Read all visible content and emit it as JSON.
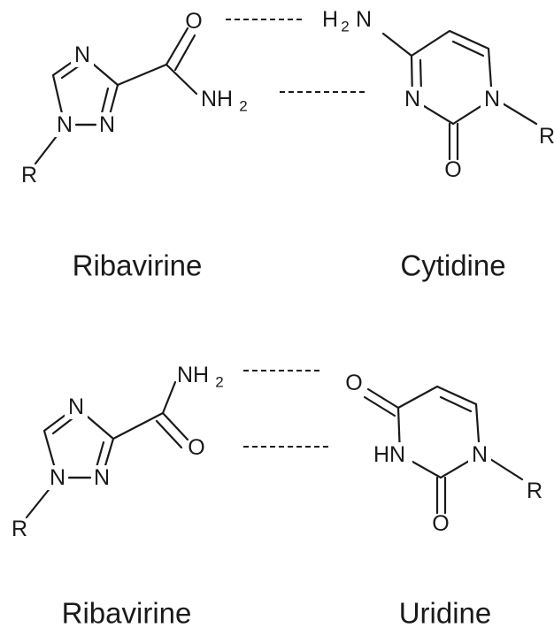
{
  "atoms": {
    "nitrogen": "N",
    "oxygen": "O",
    "r_group": "R",
    "nh2_main": "NH",
    "h2n_h": "H",
    "h2n_n": "N",
    "hn": "HN",
    "sub_2": "2"
  },
  "captions": {
    "top_left": "Ribavirine",
    "top_right": "Cytidine",
    "bottom_left": "Ribavirine",
    "bottom_right": "Uridine"
  },
  "colors": {
    "ink": "#1a1a1a",
    "background": "#ffffff"
  }
}
